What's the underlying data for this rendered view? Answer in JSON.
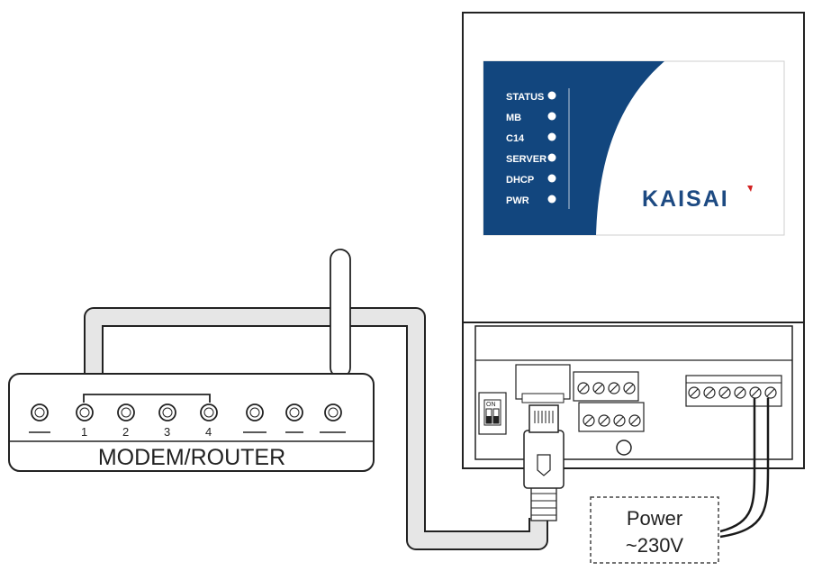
{
  "controller": {
    "brand": "KAISAI",
    "brand_color": "#1d4a82",
    "panel_color": "#12467e",
    "leds": [
      {
        "label": "STATUS"
      },
      {
        "label": "MB"
      },
      {
        "label": "C14"
      },
      {
        "label": "SERVER"
      },
      {
        "label": "DHCP"
      },
      {
        "label": "PWR"
      }
    ],
    "switch_label": "ON"
  },
  "router": {
    "label": "MODEM/ROUTER",
    "port_numbers": [
      "1",
      "2",
      "3",
      "4"
    ]
  },
  "power": {
    "line1": "Power",
    "line2": "~230V"
  },
  "colors": {
    "outline": "#222222",
    "cable_fill": "#e6e6e6",
    "power_wire": "#1a1a1a"
  }
}
